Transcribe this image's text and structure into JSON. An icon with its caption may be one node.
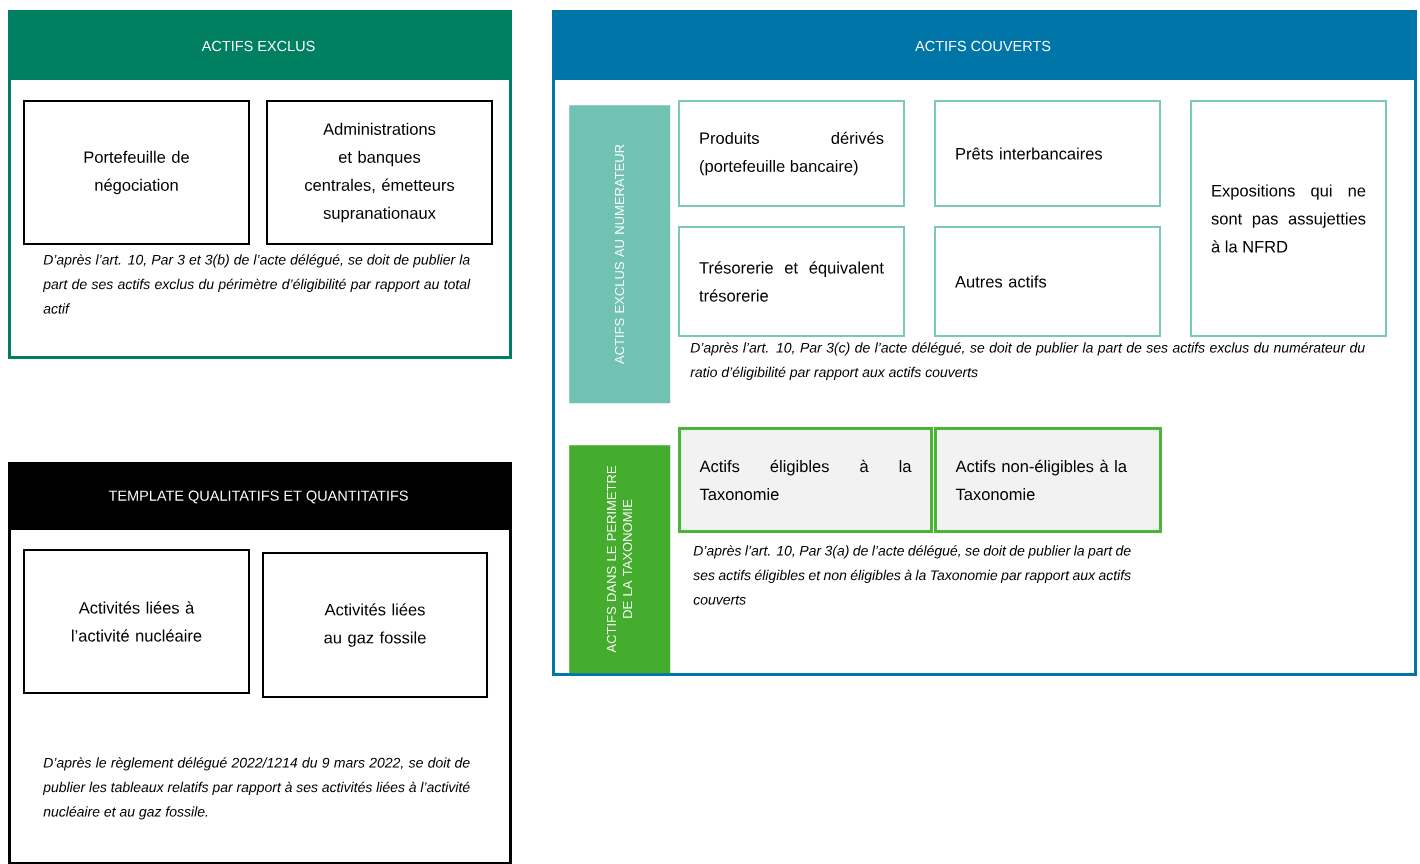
{
  "diagram": {
    "nodes": [
      {
        "text": [
          "ACTIFS EXCLUS",
          "D’après l’art. 10, Par 3 et 3(b) de l’acte délégué, se doit de publier la part de ses actifs exclus du périmètre d’éligibilité par rapport au total actif"
        ]
      },
      {
        "text": [
          "Portefeuille de négociation"
        ],
        "in": 0
      },
      {
        "text": [
          "Administrations et banques centrales, émetteurs supranationaux"
        ],
        "in": 0
      },
      {
        "text": [
          "ACTIFS COUVERTS"
        ]
      },
      {
        "text": [
          "ACTIFS EXCLUS AU NUMERATEUR"
        ],
        "in": 3
      },
      {
        "text": [
          "Produits dérivés (portefeuille bancaire)"
        ],
        "in": 3
      },
      {
        "text": [
          "Prêts interbancaires"
        ],
        "in": 3
      },
      {
        "text": [
          "Expositions qui ne sont pas assujetties à la NFRD"
        ],
        "in": 3
      },
      {
        "text": [
          "Trésorerie et équivalent trésorerie"
        ],
        "in": 3
      },
      {
        "text": [
          "Autres actifs"
        ],
        "in": 3
      },
      {
        "text": [
          "ACTIFS DANS LE PERIMETRE DE LA TAXONOMIE"
        ],
        "in": 3
      },
      {
        "text": [
          "Actifs éligibles à la Taxonomie"
        ],
        "in": 3
      },
      {
        "text": [
          "Actifs non-éligibles à la Taxonomie"
        ],
        "in": 3
      },
      {
        "text": [
          "TEMPLATE QUALITATIFS ET QUANTITATIFS",
          "D’après le règlement délégué 2022/1214 du 9 mars 2022, se doit de publier les tableaux relatifs par rapport à ses activités liées à l’activité nucléaire et au gaz fossile."
        ]
      },
      {
        "text": [
          "Activités liées à l’activité nucléaire"
        ],
        "in": 13
      },
      {
        "text": [
          "Activités liées au gaz fossile"
        ],
        "in": 13
      }
    ],
    "labels": [
      "D’après l’art. 10, Par 3(c) de l’acte délégué, se doit de publier la part de ses actifs exclus du numérateur du ratio d’éligibilité par rapport aux actifs couverts",
      "D’après l’art. 10, Par 3(a) de l’acte délégué, se doit de publier la part de ses actifs éligibles et non éligibles à la Taxonomie par rapport aux actifs couverts"
    ]
  }
}
